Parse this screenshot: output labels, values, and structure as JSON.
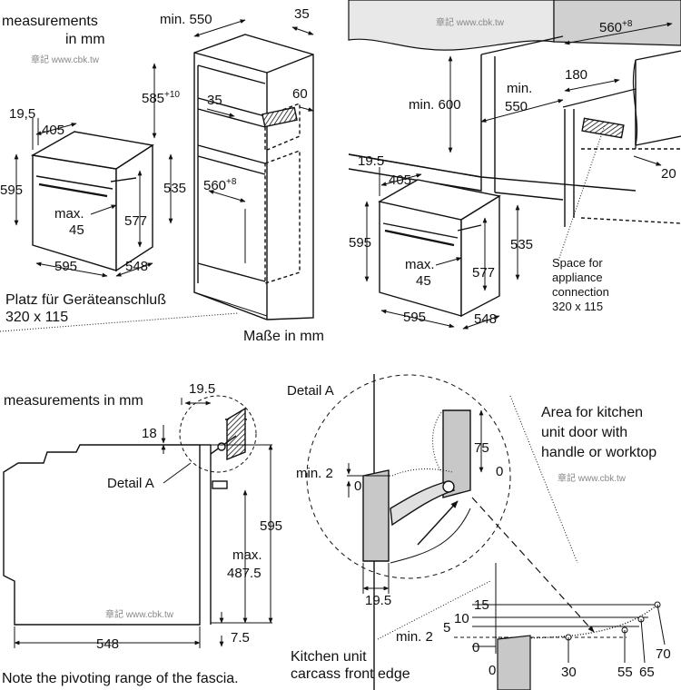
{
  "watermark": "章記 www.cbk.tw",
  "q1": {
    "measurements": "measurements",
    "in_mm": "in mm",
    "d_19_5": "19,5",
    "d_405": "405",
    "d_595_left": "595",
    "d_595_bottom": "595",
    "d_548": "548",
    "d_535": "535",
    "d_577": "577",
    "max": "max.",
    "d_45": "45",
    "niche_min550": "min. 550",
    "niche_35_top": "35",
    "niche_585": "585",
    "niche_585_sup": "+10",
    "niche_35": "35",
    "niche_60": "60",
    "niche_560": "560",
    "niche_560_sup": "+8",
    "platz": "Platz für Geräteanschluß",
    "platz_size": "320 x 115",
    "masse": "Maße in mm"
  },
  "q2": {
    "d_560": "560",
    "d_560_sup": "+8",
    "min600": "min. 600",
    "min": "min.",
    "d_550": "550",
    "d_180": "180",
    "d_20": "20",
    "d_19_5": "19.5",
    "d_405": "405",
    "d_595_left": "595",
    "d_595_bottom": "595",
    "d_548": "548",
    "d_535": "535",
    "d_577": "577",
    "max": "max.",
    "d_45": "45",
    "space_1": "Space for",
    "space_2": "appliance",
    "space_3": "connection",
    "space_4": "320 x 115"
  },
  "q3": {
    "measurements": "measurements in mm",
    "d_19_5": "19.5",
    "d_18": "18",
    "detail_a": "Detail A",
    "d_595": "595",
    "max": "max.",
    "d_487_5": "487.5",
    "d_7_5": "7.5",
    "d_548": "548",
    "note": "Note the pivoting range of the fascia."
  },
  "q4": {
    "detail_a": "Detail A",
    "d_75": "75",
    "d_0_right": "0",
    "min2": "min. 2",
    "d_0_left": "0",
    "d_19_5": "19.5",
    "area_1": "Area for kitchen",
    "area_2": "unit door with",
    "area_3": "handle or worktop",
    "scale_15": "15",
    "scale_10": "10",
    "scale_5": "5",
    "scale_min2": "min. 2",
    "scale_0": "0",
    "x_0": "0",
    "x_30": "30",
    "x_55": "55",
    "x_65": "65",
    "x_70": "70",
    "kitchen_1": "Kitchen unit",
    "kitchen_2": "carcass front edge"
  }
}
